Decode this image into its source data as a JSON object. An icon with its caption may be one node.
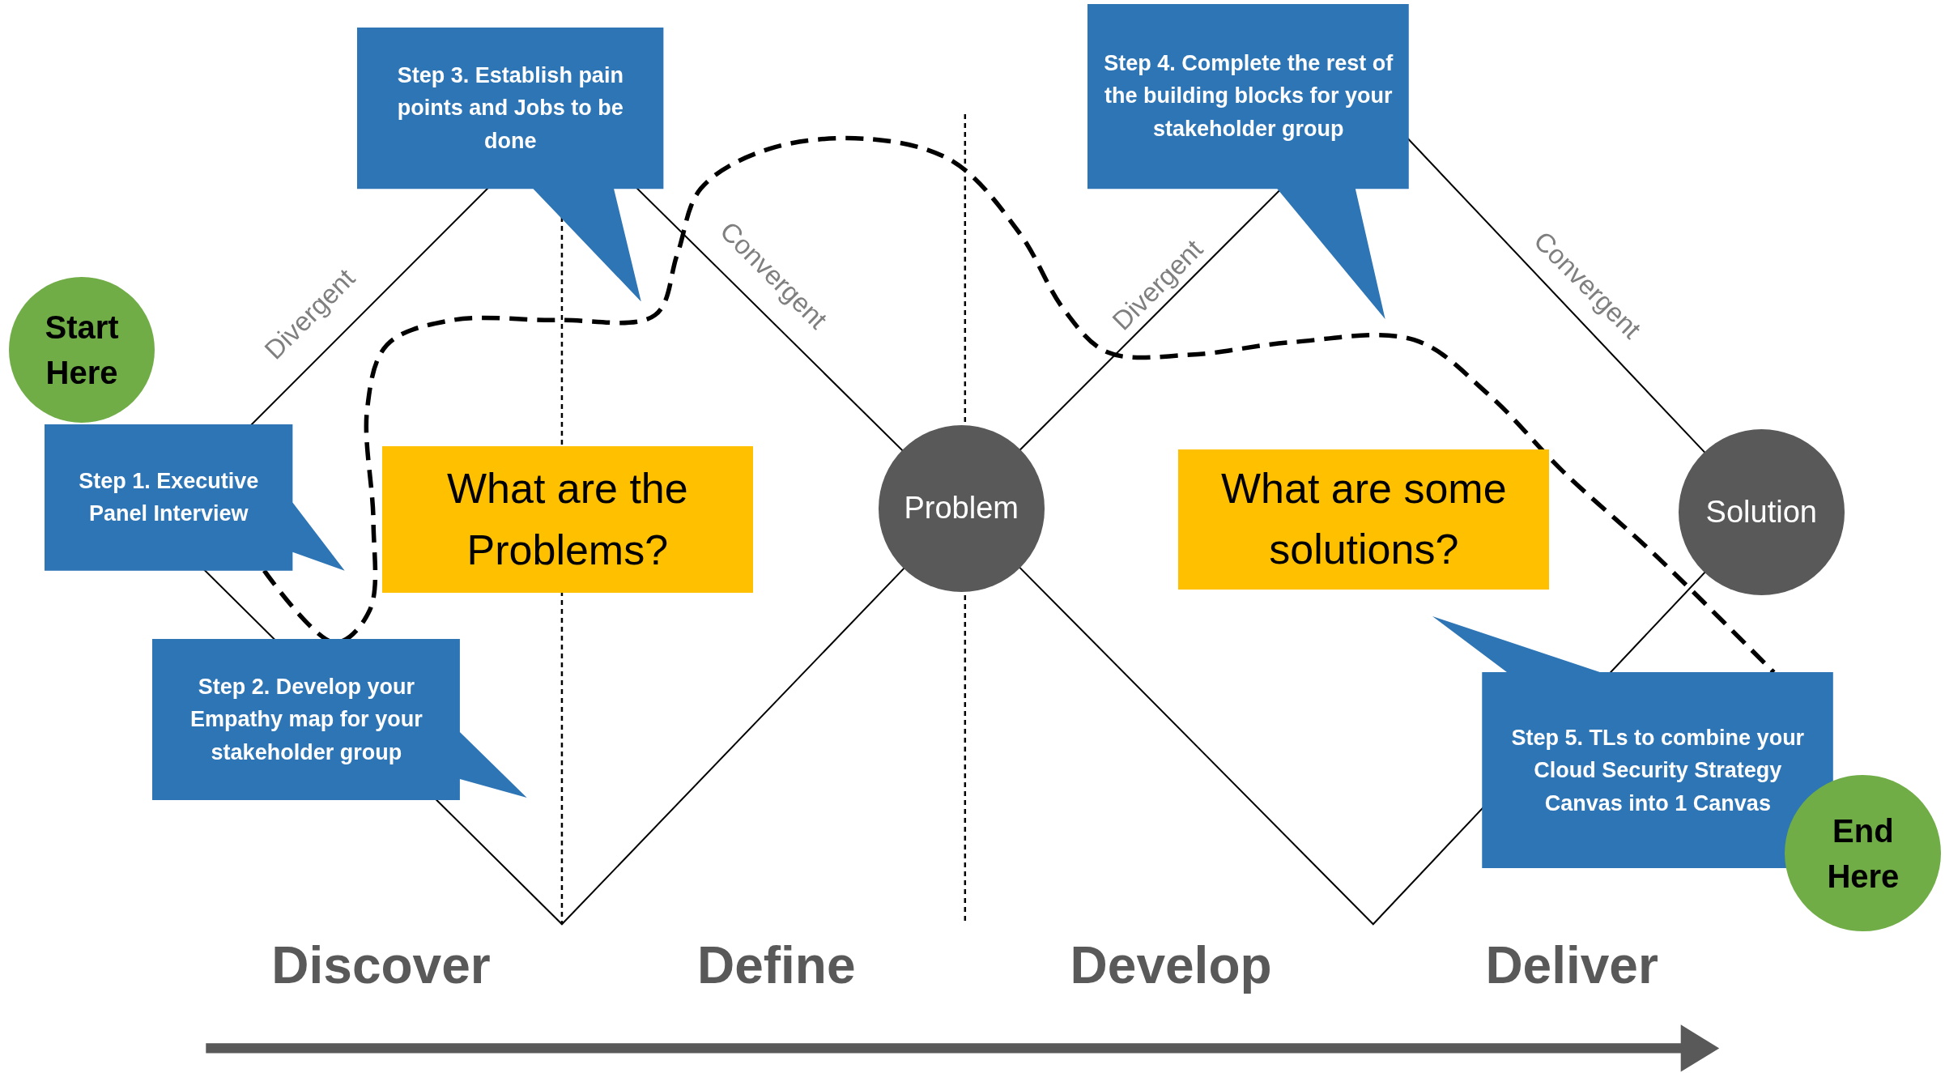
{
  "diagram": {
    "nodes": [
      {
        "text": [
          "Start Here"
        ]
      },
      {
        "text": [
          "Step 1. Executive Panel Interview"
        ]
      },
      {
        "text": [
          "Step 2. Develop your Empathy map for your stakeholder group"
        ]
      },
      {
        "text": [
          "Step 3. Establish pain points and Jobs to be done"
        ]
      },
      {
        "text": [
          "What are the Problems?"
        ]
      },
      {
        "text": [
          "Problem"
        ]
      },
      {
        "text": [
          "Step 4. Complete the rest of the building blocks for your stakeholder group"
        ]
      },
      {
        "text": [
          "What are some solutions?"
        ]
      },
      {
        "text": [
          "Solution"
        ]
      },
      {
        "text": [
          "Step 5. TLs to combine your Cloud Security Strategy Canvas into 1 Canvas"
        ]
      },
      {
        "text": [
          "End Here"
        ]
      }
    ],
    "edges": [
      {
        "from": 1,
        "to": 9,
        "arrow": "none",
        "style": "dashed"
      }
    ],
    "labels": [
      "Divergent",
      "Convergent",
      "Divergent",
      "Convergent",
      "Discover",
      "Define",
      "Develop",
      "Deliver"
    ]
  }
}
